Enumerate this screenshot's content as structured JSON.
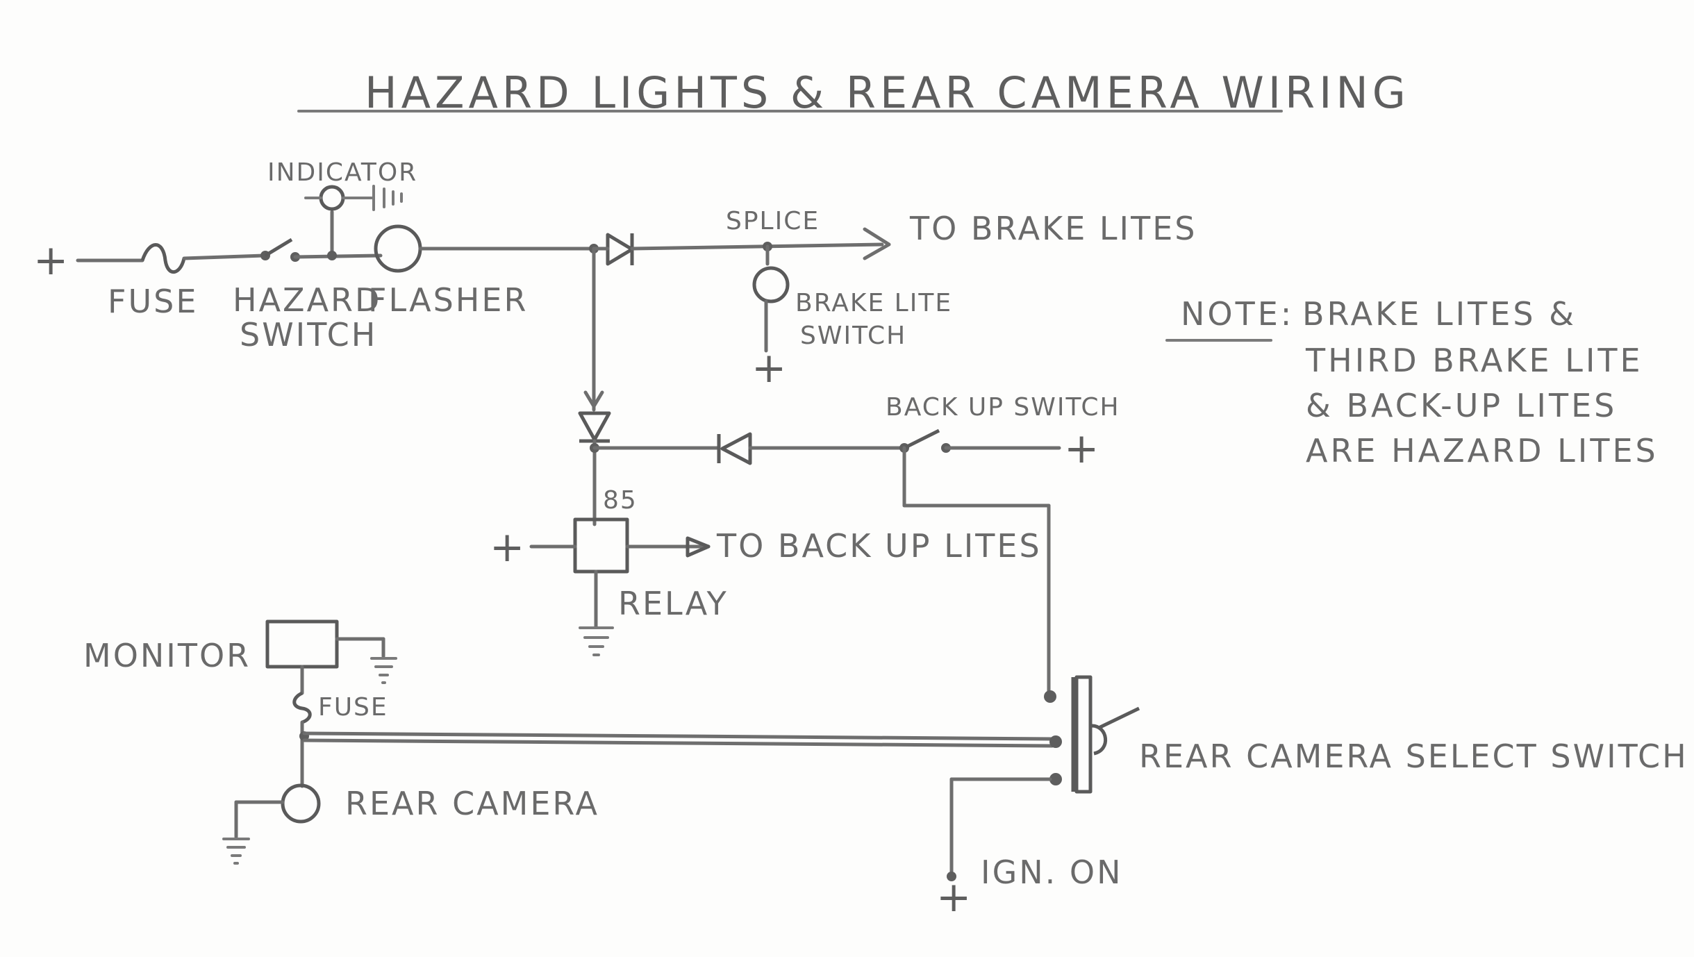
{
  "title": "HAZARD LIGHTS & REAR CAMERA WIRING",
  "labels": {
    "fuse": "FUSE",
    "hazard_switch_l1": "HAZARD",
    "hazard_switch_l2": "SWITCH",
    "indicator": "INDICATOR",
    "flasher": "FLASHER",
    "splice": "SPLICE",
    "to_brake_lites": "TO BRAKE LITES",
    "brake_lite_switch_l1": "BRAKE LITE",
    "brake_lite_switch_l2": "SWITCH",
    "back_up_switch": "BACK UP SWITCH",
    "relay_pin": "85",
    "to_back_up_lites": "TO BACK UP LITES",
    "relay": "RELAY",
    "monitor": "MONITOR",
    "monitor_fuse": "FUSE",
    "rear_camera": "REAR CAMERA",
    "rear_camera_select_switch": "REAR CAMERA SELECT SWITCH",
    "ign_on": "IGN. ON",
    "plus": "+"
  },
  "note": {
    "heading": "NOTE:",
    "lines": [
      "BRAKE LITES &",
      "THIRD BRAKE LITE",
      "& BACK-UP LITES",
      "ARE HAZARD LITES"
    ]
  }
}
